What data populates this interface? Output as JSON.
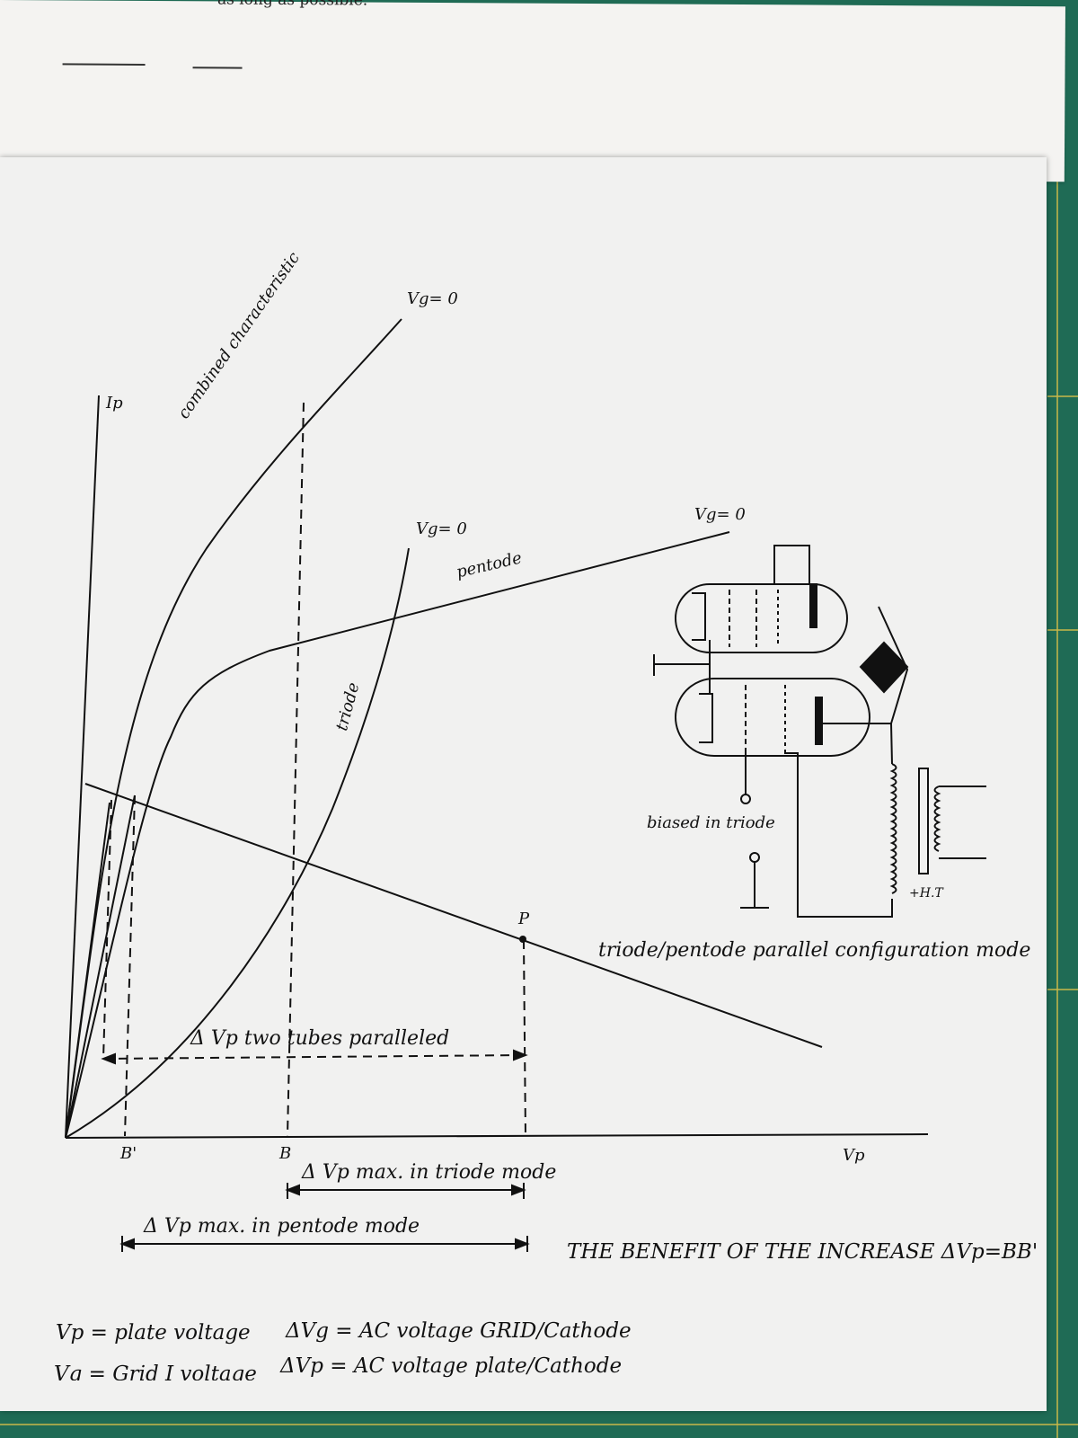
{
  "header_text": "as long as possible.",
  "curves": {
    "combined": "combined characteristic",
    "combined_vg": "Vg= 0",
    "triode": "triode",
    "triode_vg": "Vg= 0",
    "pentode": "pentode",
    "pentode_vg": "Vg= 0"
  },
  "axes": {
    "y_label": "Ip",
    "x_label": "Vp",
    "b_prime": "B'",
    "b": "B",
    "p": "P"
  },
  "spans": {
    "two_tubes": "Δ Vp two tubes paralleled",
    "triode_mode": "Δ Vp max. in triode mode",
    "pentode_mode": "Δ Vp max. in pentode mode"
  },
  "schematic": {
    "biased": "biased in triode",
    "ht": "+H.T",
    "caption": "triode/pentode parallel configuration mode"
  },
  "benefit": "THE BENEFIT OF THE INCREASE ΔVp=BB'",
  "legend": {
    "vp": "Vp = plate voltage",
    "vg": "Vg = Grid I voltage",
    "dvg": "ΔVg = AC voltage GRID/Cathode",
    "dvp": "ΔVp = AC voltage plate/Cathode"
  }
}
